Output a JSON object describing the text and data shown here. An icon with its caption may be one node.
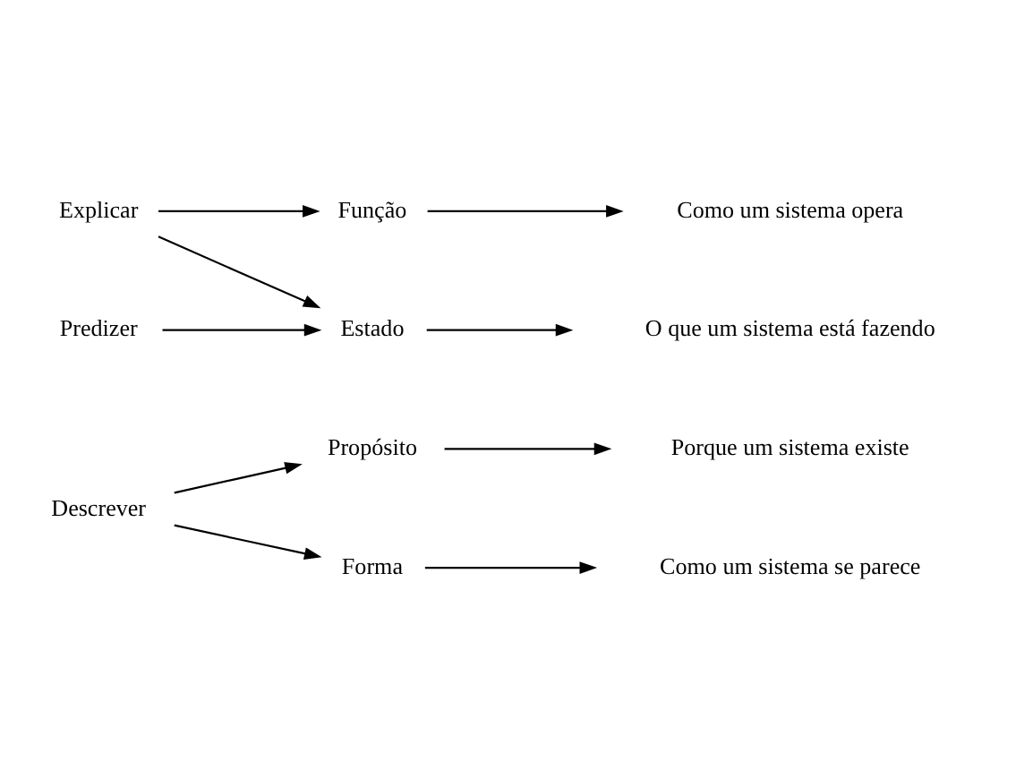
{
  "diagram": {
    "nodes": [
      {
        "text": [
          "Descrever"
        ]
      },
      {
        "text": [
          "Explicar"
        ]
      },
      {
        "text": [
          "Predizer"
        ]
      },
      {
        "text": [
          "Propósito"
        ]
      },
      {
        "text": [
          "Porque um sistema existe"
        ]
      },
      {
        "text": [
          "Função"
        ]
      },
      {
        "text": [
          "Como um sistema opera"
        ]
      },
      {
        "text": [
          "Estado"
        ]
      },
      {
        "text": [
          "O que um sistema está fazendo"
        ]
      },
      {
        "text": [
          "Forma"
        ]
      },
      {
        "text": [
          "Como um sistema se parece"
        ]
      }
    ],
    "edges": [
      {
        "from": 0,
        "to": 3,
        "arrow": "to"
      },
      {
        "from": 0,
        "to": 9,
        "arrow": "to"
      },
      {
        "from": 1,
        "to": 5,
        "arrow": "to"
      },
      {
        "from": 1,
        "to": 7,
        "arrow": "to"
      },
      {
        "from": 2,
        "to": 7,
        "arrow": "to"
      },
      {
        "from": 3,
        "to": 4,
        "arrow": "to"
      },
      {
        "from": 5,
        "to": 6,
        "arrow": "to"
      },
      {
        "from": 7,
        "to": 8,
        "arrow": "to"
      },
      {
        "from": 9,
        "to": 10,
        "arrow": "to"
      }
    ]
  }
}
